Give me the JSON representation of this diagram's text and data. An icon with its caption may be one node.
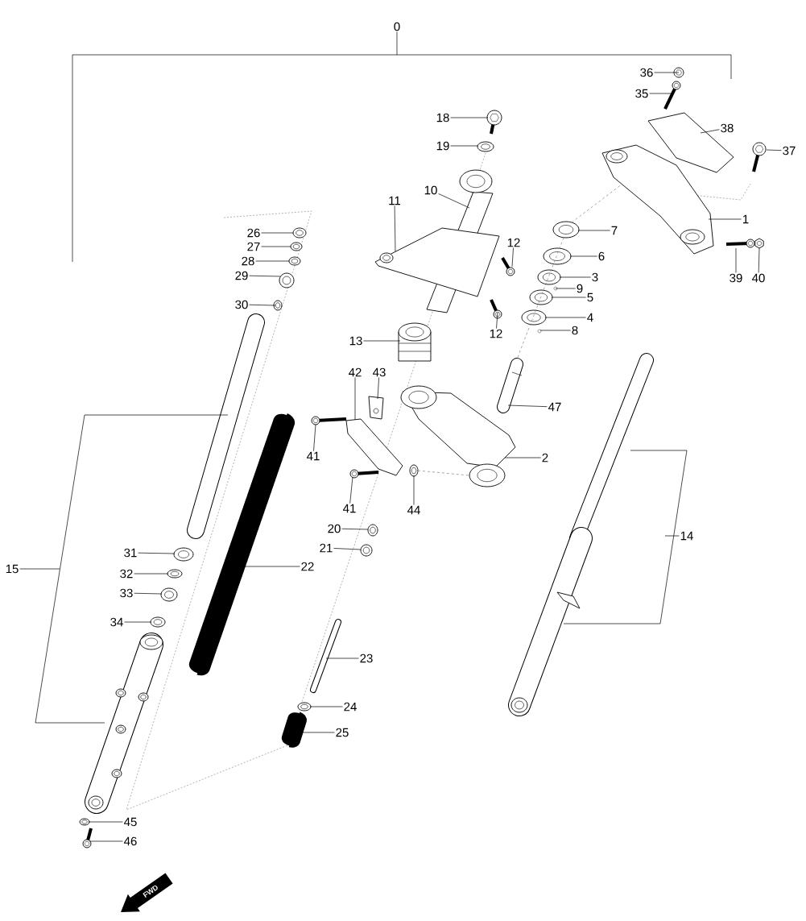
{
  "diagram": {
    "nodes": [
      {
        "text": [
          "0"
        ]
      },
      {
        "text": [
          "36"
        ]
      },
      {
        "text": [
          "35"
        ]
      },
      {
        "text": [
          "18"
        ]
      },
      {
        "text": [
          "38"
        ]
      },
      {
        "text": [
          "19"
        ]
      },
      {
        "text": [
          "37"
        ]
      },
      {
        "text": [
          "10"
        ]
      },
      {
        "text": [
          "11"
        ]
      },
      {
        "text": [
          "1"
        ]
      },
      {
        "text": [
          "7"
        ]
      },
      {
        "text": [
          "26"
        ]
      },
      {
        "text": [
          "12"
        ]
      },
      {
        "text": [
          "27"
        ]
      },
      {
        "text": [
          "6"
        ]
      },
      {
        "text": [
          "28"
        ]
      },
      {
        "text": [
          "29"
        ]
      },
      {
        "text": [
          "3"
        ]
      },
      {
        "text": [
          "39"
        ]
      },
      {
        "text": [
          "40"
        ]
      },
      {
        "text": [
          "9"
        ]
      },
      {
        "text": [
          "5"
        ]
      },
      {
        "text": [
          "30"
        ]
      },
      {
        "text": [
          "4"
        ]
      },
      {
        "text": [
          "8"
        ]
      },
      {
        "text": [
          "12"
        ]
      },
      {
        "text": [
          "13"
        ]
      },
      {
        "text": [
          "42"
        ]
      },
      {
        "text": [
          "43"
        ]
      },
      {
        "text": [
          "47"
        ]
      },
      {
        "text": [
          "41"
        ]
      },
      {
        "text": [
          "2"
        ]
      },
      {
        "text": [
          "41"
        ]
      },
      {
        "text": [
          "44"
        ]
      },
      {
        "text": [
          "20"
        ]
      },
      {
        "text": [
          "14"
        ]
      },
      {
        "text": [
          "21"
        ]
      },
      {
        "text": [
          "31"
        ]
      },
      {
        "text": [
          "22"
        ]
      },
      {
        "text": [
          "15"
        ]
      },
      {
        "text": [
          "32"
        ]
      },
      {
        "text": [
          "33"
        ]
      },
      {
        "text": [
          "34"
        ]
      },
      {
        "text": [
          "23"
        ]
      },
      {
        "text": [
          "24"
        ]
      },
      {
        "text": [
          "25"
        ]
      },
      {
        "text": [
          "45"
        ]
      },
      {
        "text": [
          "46"
        ]
      },
      {
        "text": [],
        "shape": "picture"
      },
      {
        "text": [],
        "shape": "picture"
      },
      {
        "text": [],
        "shape": "picture"
      },
      {
        "text": [],
        "shape": "picture"
      },
      {
        "text": [],
        "shape": "picture"
      },
      {
        "text": [],
        "shape": "picture"
      },
      {
        "text": [],
        "shape": "picture"
      },
      {
        "text": [],
        "shape": "picture"
      },
      {
        "text": [],
        "shape": "picture"
      },
      {
        "text": [],
        "shape": "picture"
      },
      {
        "text": [],
        "shape": "picture"
      },
      {
        "text": [],
        "shape": "picture"
      },
      {
        "text": [],
        "shape": "picture"
      },
      {
        "text": [],
        "shape": "picture"
      },
      {
        "text": [],
        "shape": "picture"
      },
      {
        "text": [],
        "shape": "picture"
      },
      {
        "text": [],
        "shape": "picture"
      },
      {
        "text": [],
        "shape": "picture"
      },
      {
        "text": [],
        "shape": "picture"
      },
      {
        "text": [],
        "shape": "picture"
      },
      {
        "text": [],
        "shape": "picture"
      },
      {
        "text": [],
        "shape": "picture"
      },
      {
        "text": [],
        "shape": "picture"
      },
      {
        "text": [],
        "shape": "picture"
      },
      {
        "text": [],
        "shape": "picture"
      },
      {
        "text": [],
        "shape": "picture"
      },
      {
        "text": [],
        "shape": "picture"
      },
      {
        "text": [],
        "shape": "picture"
      },
      {
        "text": [],
        "shape": "picture"
      },
      {
        "text": [],
        "shape": "picture"
      },
      {
        "text": [],
        "shape": "picture"
      },
      {
        "text": [],
        "shape": "picture"
      },
      {
        "text": [],
        "shape": "picture"
      },
      {
        "text": [],
        "shape": "picture"
      },
      {
        "text": [],
        "shape": "picture"
      },
      {
        "text": [],
        "shape": "picture"
      },
      {
        "text": [],
        "shape": "picture"
      },
      {
        "text": [],
        "shape": "picture"
      },
      {
        "text": [],
        "shape": "picture"
      },
      {
        "text": [],
        "shape": "picture"
      },
      {
        "text": [],
        "shape": "picture"
      },
      {
        "text": [],
        "shape": "picture"
      },
      {
        "text": [],
        "shape": "picture"
      },
      {
        "text": [],
        "shape": "picture"
      },
      {
        "text": [],
        "shape": "picture"
      }
    ],
    "edges": [
      {
        "from": 0,
        "to": null,
        "arrow": "none"
      },
      {
        "from": 1,
        "to": 48,
        "arrow": "none"
      },
      {
        "from": 2,
        "to": 49,
        "arrow": "none"
      },
      {
        "from": 3,
        "to": 50,
        "arrow": "none"
      },
      {
        "from": 4,
        "to": 51,
        "arrow": "none"
      },
      {
        "from": 5,
        "to": 52,
        "arrow": "none"
      },
      {
        "from": 6,
        "to": 53,
        "arrow": "none"
      },
      {
        "from": 7,
        "to": 54,
        "arrow": "none"
      },
      {
        "from": 8,
        "to": 55,
        "arrow": "none"
      },
      {
        "from": 9,
        "to": 56,
        "arrow": "none"
      },
      {
        "from": 10,
        "to": 57,
        "arrow": "none"
      },
      {
        "from": 11,
        "to": 58,
        "arrow": "none"
      },
      {
        "from": 12,
        "to": 59,
        "arrow": "none"
      },
      {
        "from": 13,
        "to": 60,
        "arrow": "none"
      },
      {
        "from": 14,
        "to": 61,
        "arrow": "none"
      },
      {
        "from": 15,
        "to": 62,
        "arrow": "none"
      },
      {
        "from": 16,
        "to": 63,
        "arrow": "none"
      },
      {
        "from": 17,
        "to": 64,
        "arrow": "none"
      },
      {
        "from": 18,
        "to": 65,
        "arrow": "none"
      },
      {
        "from": 19,
        "to": 66,
        "arrow": "none"
      },
      {
        "from": 20,
        "to": 67,
        "arrow": "none"
      },
      {
        "from": 21,
        "to": 68,
        "arrow": "none"
      },
      {
        "from": 22,
        "to": 69,
        "arrow": "none"
      },
      {
        "from": 23,
        "to": 70,
        "arrow": "none"
      },
      {
        "from": 24,
        "to": 71,
        "arrow": "none"
      },
      {
        "from": 25,
        "to": 72,
        "arrow": "none"
      },
      {
        "from": 26,
        "to": 73,
        "arrow": "none"
      },
      {
        "from": 27,
        "to": 74,
        "arrow": "none"
      },
      {
        "from": 28,
        "to": 75,
        "arrow": "none"
      },
      {
        "from": 29,
        "to": 76,
        "arrow": "none"
      },
      {
        "from": 30,
        "to": 77,
        "arrow": "none"
      },
      {
        "from": 31,
        "to": 78,
        "arrow": "none"
      },
      {
        "from": 32,
        "to": 79,
        "arrow": "none"
      },
      {
        "from": 33,
        "to": 80,
        "arrow": "none"
      },
      {
        "from": 34,
        "to": 81,
        "arrow": "none"
      },
      {
        "from": 35,
        "to": null,
        "arrow": "none"
      },
      {
        "from": 36,
        "to": 82,
        "arrow": "none"
      },
      {
        "from": 37,
        "to": 83,
        "arrow": "none"
      },
      {
        "from": 38,
        "to": 84,
        "arrow": "none"
      },
      {
        "from": 39,
        "to": null,
        "arrow": "none"
      },
      {
        "from": 40,
        "to": 85,
        "arrow": "none"
      },
      {
        "from": 41,
        "to": 86,
        "arrow": "none"
      },
      {
        "from": 42,
        "to": 87,
        "arrow": "none"
      },
      {
        "from": 43,
        "to": 88,
        "arrow": "none"
      },
      {
        "from": 44,
        "to": 89,
        "arrow": "none"
      },
      {
        "from": 45,
        "to": 90,
        "arrow": "none"
      },
      {
        "from": 46,
        "to": 91,
        "arrow": "none"
      },
      {
        "from": 47,
        "to": 92,
        "arrow": "none"
      },
      {
        "from": 57,
        "to": 56,
        "arrow": "none",
        "style": "dashed",
        "color": "#808080"
      },
      {
        "from": 57,
        "to": 76,
        "arrow": "none",
        "style": "dashed",
        "color": "#808080"
      },
      {
        "from": 80,
        "to": 78,
        "arrow": "none",
        "style": "dashed",
        "color": "#808080"
      }
    ],
    "labels": [
      "FWD"
    ]
  }
}
